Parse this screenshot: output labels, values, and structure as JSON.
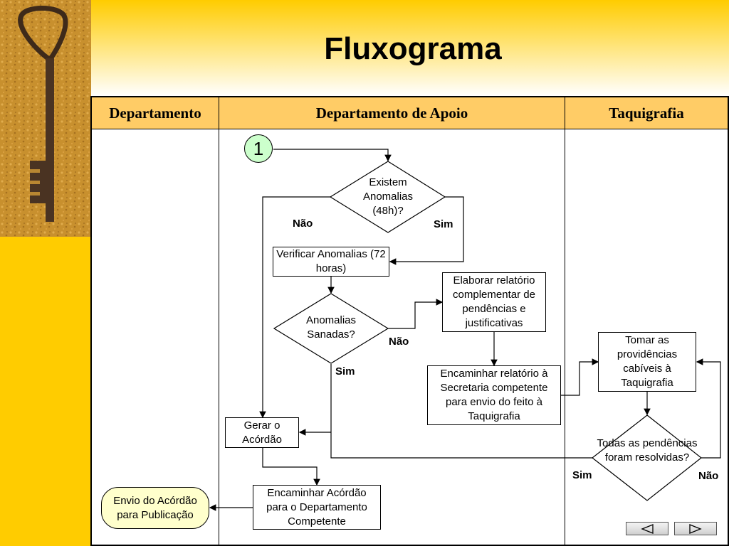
{
  "title": "Fluxograma",
  "lanes": [
    "Departamento",
    "Departamento de Apoio",
    "Taquigrafia"
  ],
  "start_connector": "1",
  "nodes": {
    "existem_anomalias": "Existem Anomalias (48h)?",
    "verificar_anomalias": "Verificar Anomalias (72 horas)",
    "anomalias_sanadas": "Anomalias Sanadas?",
    "elaborar_relatorio": "Elaborar relatório complementar de pendências e justificativas",
    "encaminhar_relatorio": "Encaminhar relatório à Secretaria competente para envio do feito à Taquigrafia",
    "tomar_providencias": "Tomar as providências cabíveis à Taquigrafia",
    "todas_pendencias": "Todas as pendências foram resolvidas?",
    "gerar_acordao": "Gerar o Acórdão",
    "encaminhar_acordao": "Encaminhar Acórdão para o Departamento Competente",
    "envio_acordao": "Envio do Acórdão para Publicação"
  },
  "edge_labels": {
    "nao_1": "Não",
    "sim_1": "Sim",
    "nao_2": "Não",
    "sim_2": "Sim",
    "sim_3": "Sim",
    "nao_3": "Não"
  },
  "nav_icons": [
    "previous-slide-icon",
    "next-slide-icon"
  ]
}
